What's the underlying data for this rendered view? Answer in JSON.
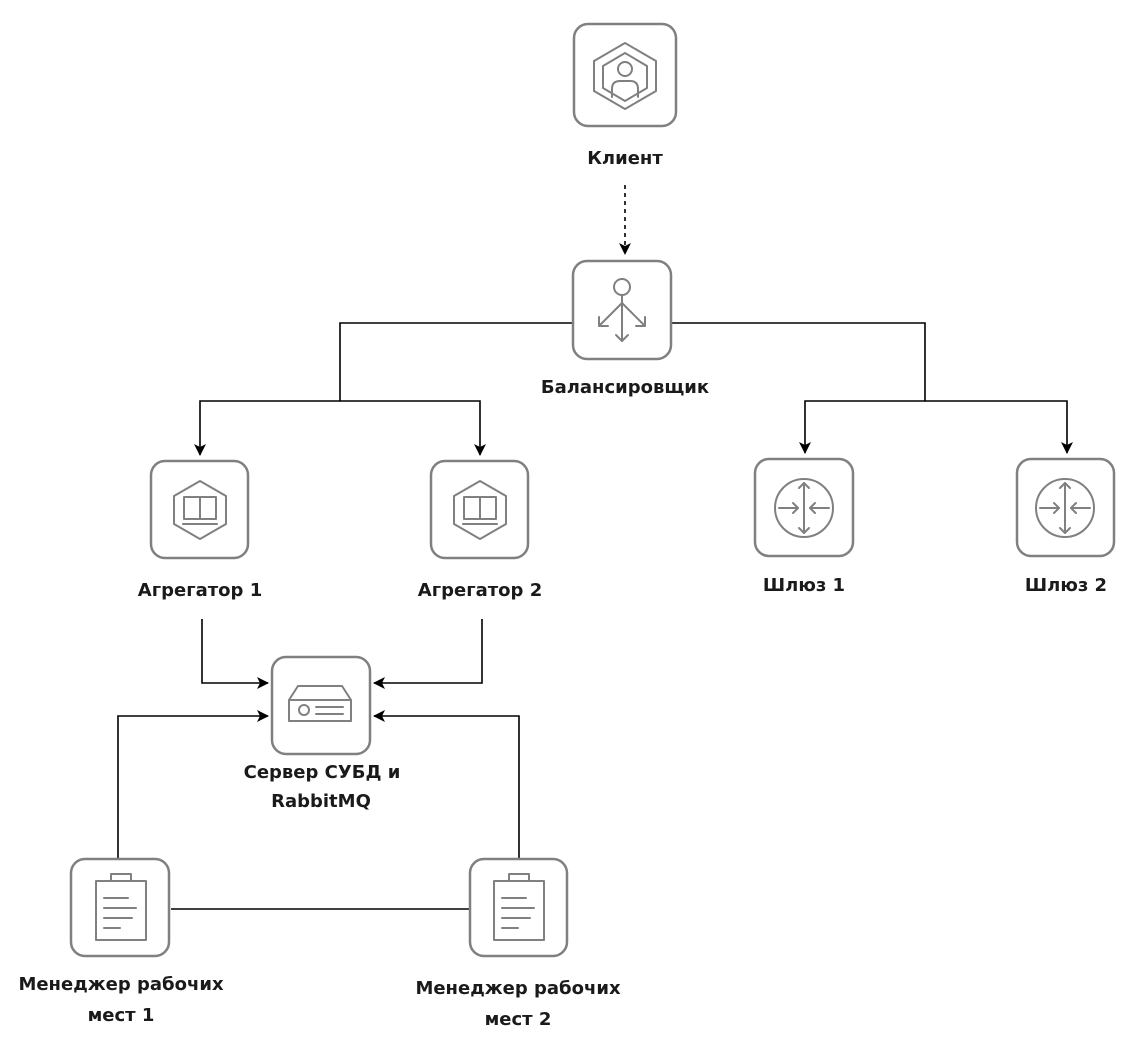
{
  "nodes": {
    "client": {
      "label": "Клиент",
      "icon": "user-hexagon-icon"
    },
    "balancer": {
      "label": "Балансировщик",
      "icon": "load-balancer-icon"
    },
    "aggregator1": {
      "label": "Агрегатор 1",
      "icon": "container-hexagon-icon"
    },
    "aggregator2": {
      "label": "Агрегатор 2",
      "icon": "container-hexagon-icon"
    },
    "gateway1": {
      "label": "Шлюз 1",
      "icon": "router-icon"
    },
    "gateway2": {
      "label": "Шлюз 2",
      "icon": "router-icon"
    },
    "db_server": {
      "label_line1": "Сервер СУБД и",
      "label_line2": "RabbitMQ",
      "icon": "server-icon"
    },
    "workplace_manager1": {
      "label_line1": "Менеджер рабочих",
      "label_line2": "мест 1",
      "icon": "clipboard-icon"
    },
    "workplace_manager2": {
      "label_line1": "Менеджер рабочих",
      "label_line2": "мест 2",
      "icon": "clipboard-icon"
    }
  },
  "colors": {
    "node_border": "#808080",
    "edge": "#000000",
    "text": "#1a1a1a",
    "background": "#ffffff"
  }
}
